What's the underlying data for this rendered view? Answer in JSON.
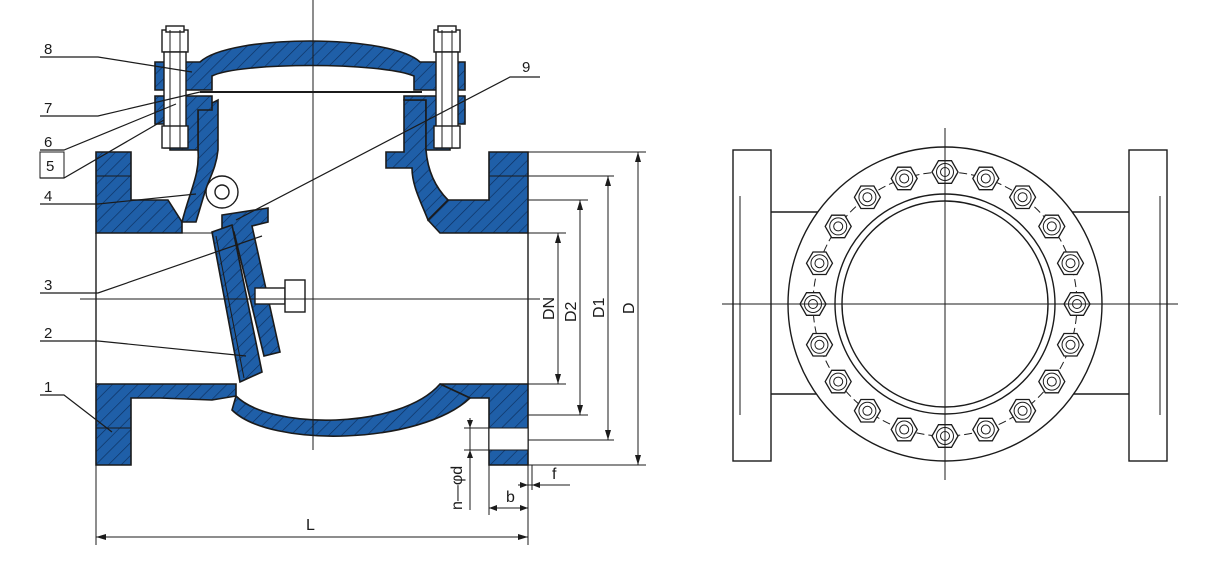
{
  "callouts": [
    "1",
    "2",
    "3",
    "4",
    "5",
    "6",
    "7",
    "8",
    "9"
  ],
  "dimensions": {
    "length": "L",
    "nominal": "DN",
    "d2": "D2",
    "d1": "D1",
    "outer": "D",
    "holes": "n—φd",
    "thickness": "b",
    "face": "f"
  },
  "colors": {
    "body": "#1f5fa8",
    "line": "#1b1b1b"
  },
  "bolt_count": 20
}
